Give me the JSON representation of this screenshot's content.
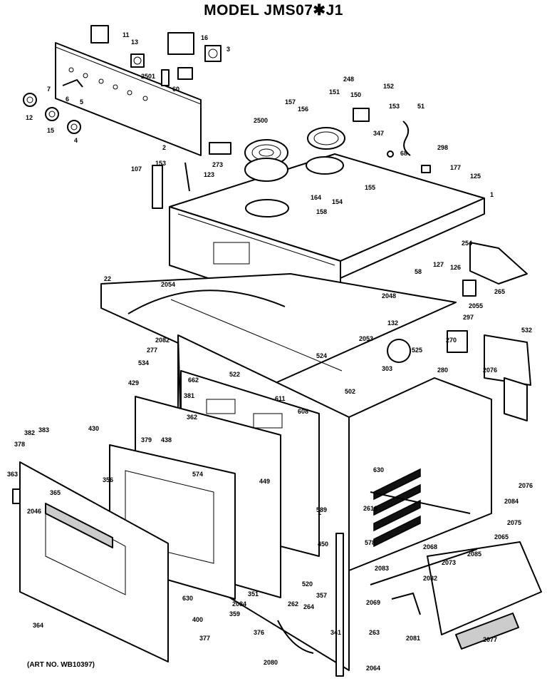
{
  "title": "MODEL JMS07✱J1",
  "art_no": "(ART NO. WB10397)",
  "part_labels": [
    "11",
    "16",
    "3",
    "13",
    "2501",
    "60",
    "12",
    "7",
    "6",
    "5",
    "15",
    "4",
    "2",
    "157",
    "2500",
    "156",
    "151",
    "248",
    "150",
    "152",
    "153",
    "51",
    "347",
    "68",
    "298",
    "177",
    "125",
    "1",
    "273",
    "107",
    "153",
    "123",
    "154",
    "158",
    "164",
    "155",
    "22",
    "2054",
    "2048",
    "132",
    "58",
    "127",
    "126",
    "254",
    "2055",
    "265",
    "532",
    "297",
    "2076",
    "270",
    "525",
    "280",
    "303",
    "502",
    "2053",
    "524",
    "277",
    "2082",
    "534",
    "522",
    "429",
    "662",
    "381",
    "611",
    "608",
    "362",
    "430",
    "382",
    "383",
    "378",
    "379",
    "438",
    "449",
    "574",
    "1",
    "630",
    "2616",
    "2084",
    "2075",
    "2065",
    "2076",
    "2046",
    "365",
    "364",
    "356",
    "363",
    "578",
    "2083",
    "2082",
    "2085",
    "2069",
    "2073",
    "2084",
    "351",
    "359",
    "262",
    "264",
    "357",
    "520",
    "450",
    "589",
    "630",
    "400",
    "377",
    "376",
    "341",
    "263",
    "2080",
    "2081",
    "2077",
    "2068",
    "2064"
  ]
}
